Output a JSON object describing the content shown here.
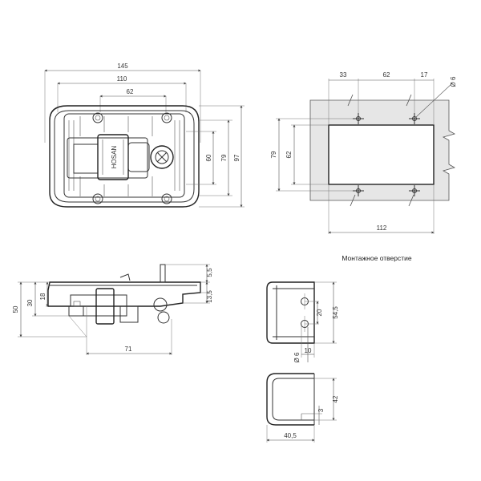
{
  "caption": "Монтажное отверстие",
  "brand": "HOSAN",
  "top_view": {
    "w145": "145",
    "w110": "110",
    "w62": "62",
    "h60": "60",
    "h79": "79",
    "h97": "97"
  },
  "cutout_view": {
    "d33": "33",
    "d62": "62",
    "d17": "17",
    "hole": "Ø 6",
    "v79": "79",
    "v62": "62",
    "w112": "112"
  },
  "side_view": {
    "h50": "50",
    "h30": "30",
    "h18": "18",
    "w71": "71",
    "t55": "5,5",
    "t135": "13,5"
  },
  "bracket_front": {
    "h545": "54,5",
    "h20": "20",
    "d10": "10",
    "d6": "Ø 6"
  },
  "bracket_side": {
    "h42": "42",
    "h3": "3",
    "w405": "40,5"
  }
}
